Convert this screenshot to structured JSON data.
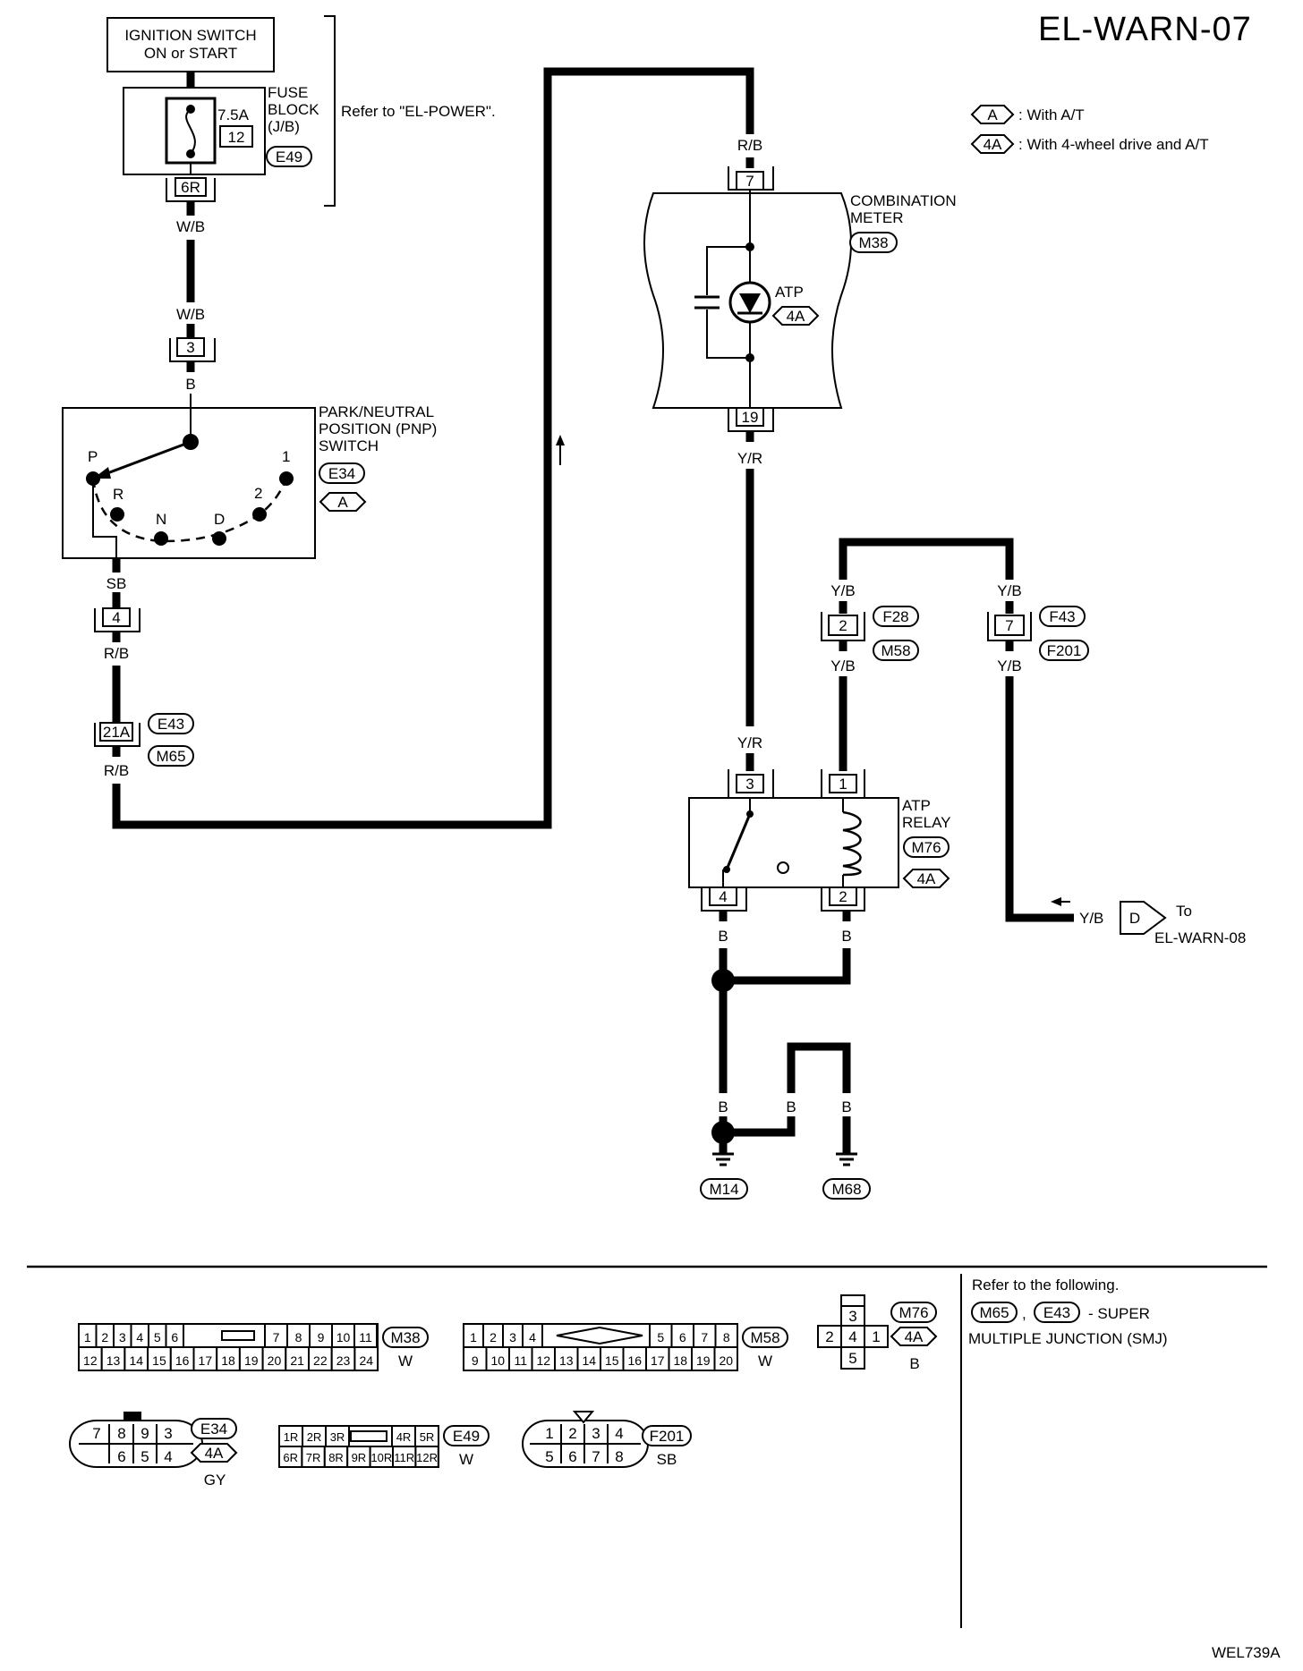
{
  "title": "EL-WARN-07",
  "ref_code": "WEL739A",
  "legend": [
    {
      "tag": "A",
      "text": ": With A/T"
    },
    {
      "tag": "4A",
      "text": ": With 4-wheel drive and A/T"
    }
  ],
  "ignition": {
    "line1": "IGNITION SWITCH",
    "line2": "ON or START"
  },
  "fuse": {
    "amp": "7.5A",
    "number": "12",
    "label1": "FUSE",
    "label2": "BLOCK",
    "label3": "(J/B)",
    "connector": "E49",
    "terminal": "6R",
    "refer": "Refer to \"EL-POWER\"."
  },
  "wires": {
    "wb1": "W/B",
    "wb2": "W/B",
    "b1": "B",
    "sb": "SB",
    "rb1": "R/B",
    "rb2": "R/B",
    "rb3": "R/B",
    "yr1": "Y/R",
    "yr2": "Y/R",
    "yb1": "Y/B",
    "yb2": "Y/B",
    "yb3": "Y/B",
    "yb4": "Y/B",
    "yb5": "Y/B",
    "b_relay4": "B",
    "b_relay2": "B",
    "b_g1": "B",
    "b_g2": "B",
    "b_g3": "B"
  },
  "pnp": {
    "label1": "PARK/NEUTRAL",
    "label2": "POSITION (PNP)",
    "label3": "SWITCH",
    "connector": "E34",
    "tag": "A",
    "terminal_in": "3",
    "terminal_out": "4",
    "positions": [
      "P",
      "R",
      "N",
      "D",
      "2",
      "1"
    ]
  },
  "smj": {
    "terminal": "21A",
    "conn1": "E43",
    "conn2": "M65"
  },
  "meter": {
    "label1": "COMBINATION",
    "label2": "METER",
    "connector": "M38",
    "lamp": "ATP",
    "tag": "4A",
    "terminal_in": "7",
    "terminal_out": "19"
  },
  "relay": {
    "label1": "ATP",
    "label2": "RELAY",
    "connector": "M76",
    "tag": "4A",
    "t3": "3",
    "t1": "1",
    "t4": "4",
    "t2": "2"
  },
  "inline1": {
    "terminal": "2",
    "conn1": "F28",
    "conn2": "M58"
  },
  "inline2": {
    "terminal": "7",
    "conn1": "F43",
    "conn2": "F201"
  },
  "offpage": {
    "tag": "D",
    "to": "To",
    "dest": "EL-WARN-08"
  },
  "grounds": [
    "M14",
    "M68"
  ],
  "connectors": {
    "m38": {
      "name": "M38",
      "color": "W",
      "row1a": [
        "1",
        "2",
        "3",
        "4",
        "5",
        "6"
      ],
      "row1b": [
        "7",
        "8",
        "9",
        "10",
        "11"
      ],
      "row2": [
        "12",
        "13",
        "14",
        "15",
        "16",
        "17",
        "18",
        "19",
        "20",
        "21",
        "22",
        "23",
        "24"
      ]
    },
    "m58": {
      "name": "M58",
      "color": "W",
      "row1a": [
        "1",
        "2",
        "3",
        "4"
      ],
      "row1b": [
        "5",
        "6",
        "7",
        "8"
      ],
      "row2": [
        "9",
        "10",
        "11",
        "12",
        "13",
        "14",
        "15",
        "16",
        "17",
        "18",
        "19",
        "20"
      ]
    },
    "m76": {
      "name": "M76",
      "tag": "4A",
      "color": "B",
      "top": "3",
      "mid": [
        "2",
        "4",
        "1"
      ],
      "bottom": "5"
    },
    "e34": {
      "name": "E34",
      "tag": "4A",
      "color": "GY",
      "row1": [
        "7",
        "8",
        "9",
        "3"
      ],
      "row2": [
        "6",
        "5",
        "4"
      ]
    },
    "e49": {
      "name": "E49",
      "color": "W",
      "row1a": [
        "1R",
        "2R",
        "3R"
      ],
      "row1b": [
        "4R",
        "5R"
      ],
      "row2": [
        "6R",
        "7R",
        "8R",
        "9R",
        "10R",
        "11R",
        "12R"
      ]
    },
    "f201": {
      "name": "F201",
      "color": "SB",
      "row1": [
        "1",
        "2",
        "3",
        "4"
      ],
      "row2": [
        "5",
        "6",
        "7",
        "8"
      ]
    }
  },
  "note": {
    "line1": "Refer to the following.",
    "c1": "M65",
    "comma": ",",
    "c2": "E43",
    "line2": "- SUPER",
    "line3": "MULTIPLE JUNCTION (SMJ)"
  }
}
